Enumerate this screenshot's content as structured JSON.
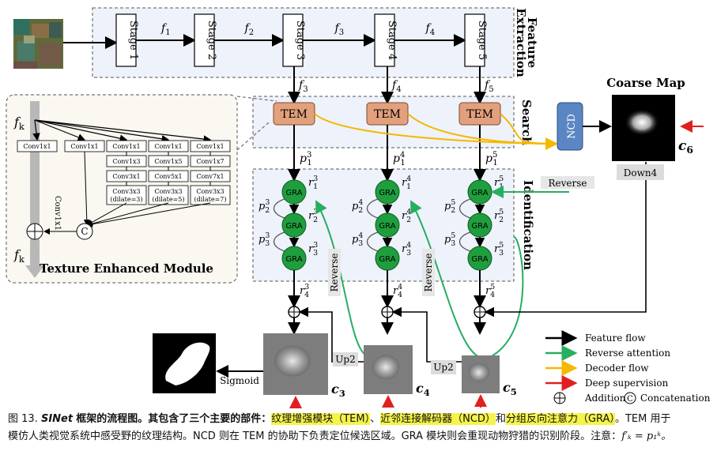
{
  "figure": {
    "section_labels": {
      "feature_extraction_1": "Feature",
      "feature_extraction_2": "Extraction",
      "search": "Search",
      "identification": "Identification"
    },
    "stages": [
      "Stage 1",
      "Stage 2",
      "Stage 3",
      "Stage 4",
      "Stage 5"
    ],
    "stage_arrows": [
      "f",
      "f",
      "f",
      "f"
    ],
    "stage_arrow_subs": [
      "1",
      "2",
      "3",
      "4"
    ],
    "stage_out_labels": [
      "f",
      "f",
      "f"
    ],
    "stage_out_subs": [
      "3",
      "4",
      "5"
    ],
    "tem_label": "TEM",
    "tem_outputs": {
      "base": "p",
      "sub": "1",
      "sups": [
        "3",
        "4",
        "5"
      ]
    },
    "ncd_label": "NCD",
    "coarse_map_title": "Coarse  Map",
    "c6_label": "c",
    "c6_sub": "6",
    "down4_label": "Down4",
    "reverse_label": "Reverse",
    "gra_label": "GRA",
    "gra_columns": [
      {
        "sup": "3"
      },
      {
        "sup": "4"
      },
      {
        "sup": "5"
      }
    ],
    "r_base": "r",
    "p_base": "p",
    "up2_label": "Up2",
    "sigmoid_label": "Sigmoid",
    "c_outputs": [
      {
        "base": "c",
        "sub": "3"
      },
      {
        "base": "c",
        "sub": "4"
      },
      {
        "base": "c",
        "sub": "5"
      }
    ],
    "tem_module": {
      "title": "Texture Enhanced Module",
      "input": "f",
      "input_sub": "k",
      "output": "f",
      "output_sub": "k",
      "side_conv": "Conv1x1",
      "concat": "C",
      "columns": [
        [
          "Conv1x1"
        ],
        [
          "Conv1x1"
        ],
        [
          "Conv1x1",
          "Conv1x3",
          "Conv3x1",
          "Conv3x3",
          "(dilate=3)"
        ],
        [
          "Conv1x1",
          "Conv1x5",
          "Conv5x1",
          "Conv3x3",
          "(dilate=5)"
        ],
        [
          "Conv1x1",
          "Conv1x7",
          "Conv7x1",
          "Conv3x3",
          "(dilate=7)"
        ]
      ]
    },
    "legend": {
      "feature_flow": "Feature flow",
      "reverse_attention": "Reverse attention",
      "decoder_flow": "Decoder flow",
      "deep_supervision": "Deep supervision",
      "addition": "Addition",
      "concatenation": "Concatenation",
      "concat_symbol": "C"
    },
    "colors": {
      "black": "#000000",
      "green": "#27ae60",
      "orange": "#f5b800",
      "red": "#e02020",
      "tem_fill": "#e3a07c",
      "ncd_fill": "#5b86c4",
      "panel_fill": "#eef2fa",
      "gra_fill": "#1f9e3e"
    }
  },
  "caption": {
    "prefix": "图 13.",
    "model": "SINet",
    "text1": "框架的流程图。其包含了三个主要的部件：",
    "hl1": "纹理增强模块（TEM）",
    "sep1": "、",
    "hl2": "近邻连接解码器（NCD）",
    "sep2": "和",
    "hl3": "分组反向注意力（GRA）",
    "text2": "。TEM 用于",
    "line2": "模仿人类视觉系统中感受野的纹理结构。NCD 则在 TEM 的协助下负责定位候选区域。GRA 模块则会重现动物狩猎的识别阶段。注意：",
    "note_math": "f′ₖ = p₁ᵏ。"
  }
}
